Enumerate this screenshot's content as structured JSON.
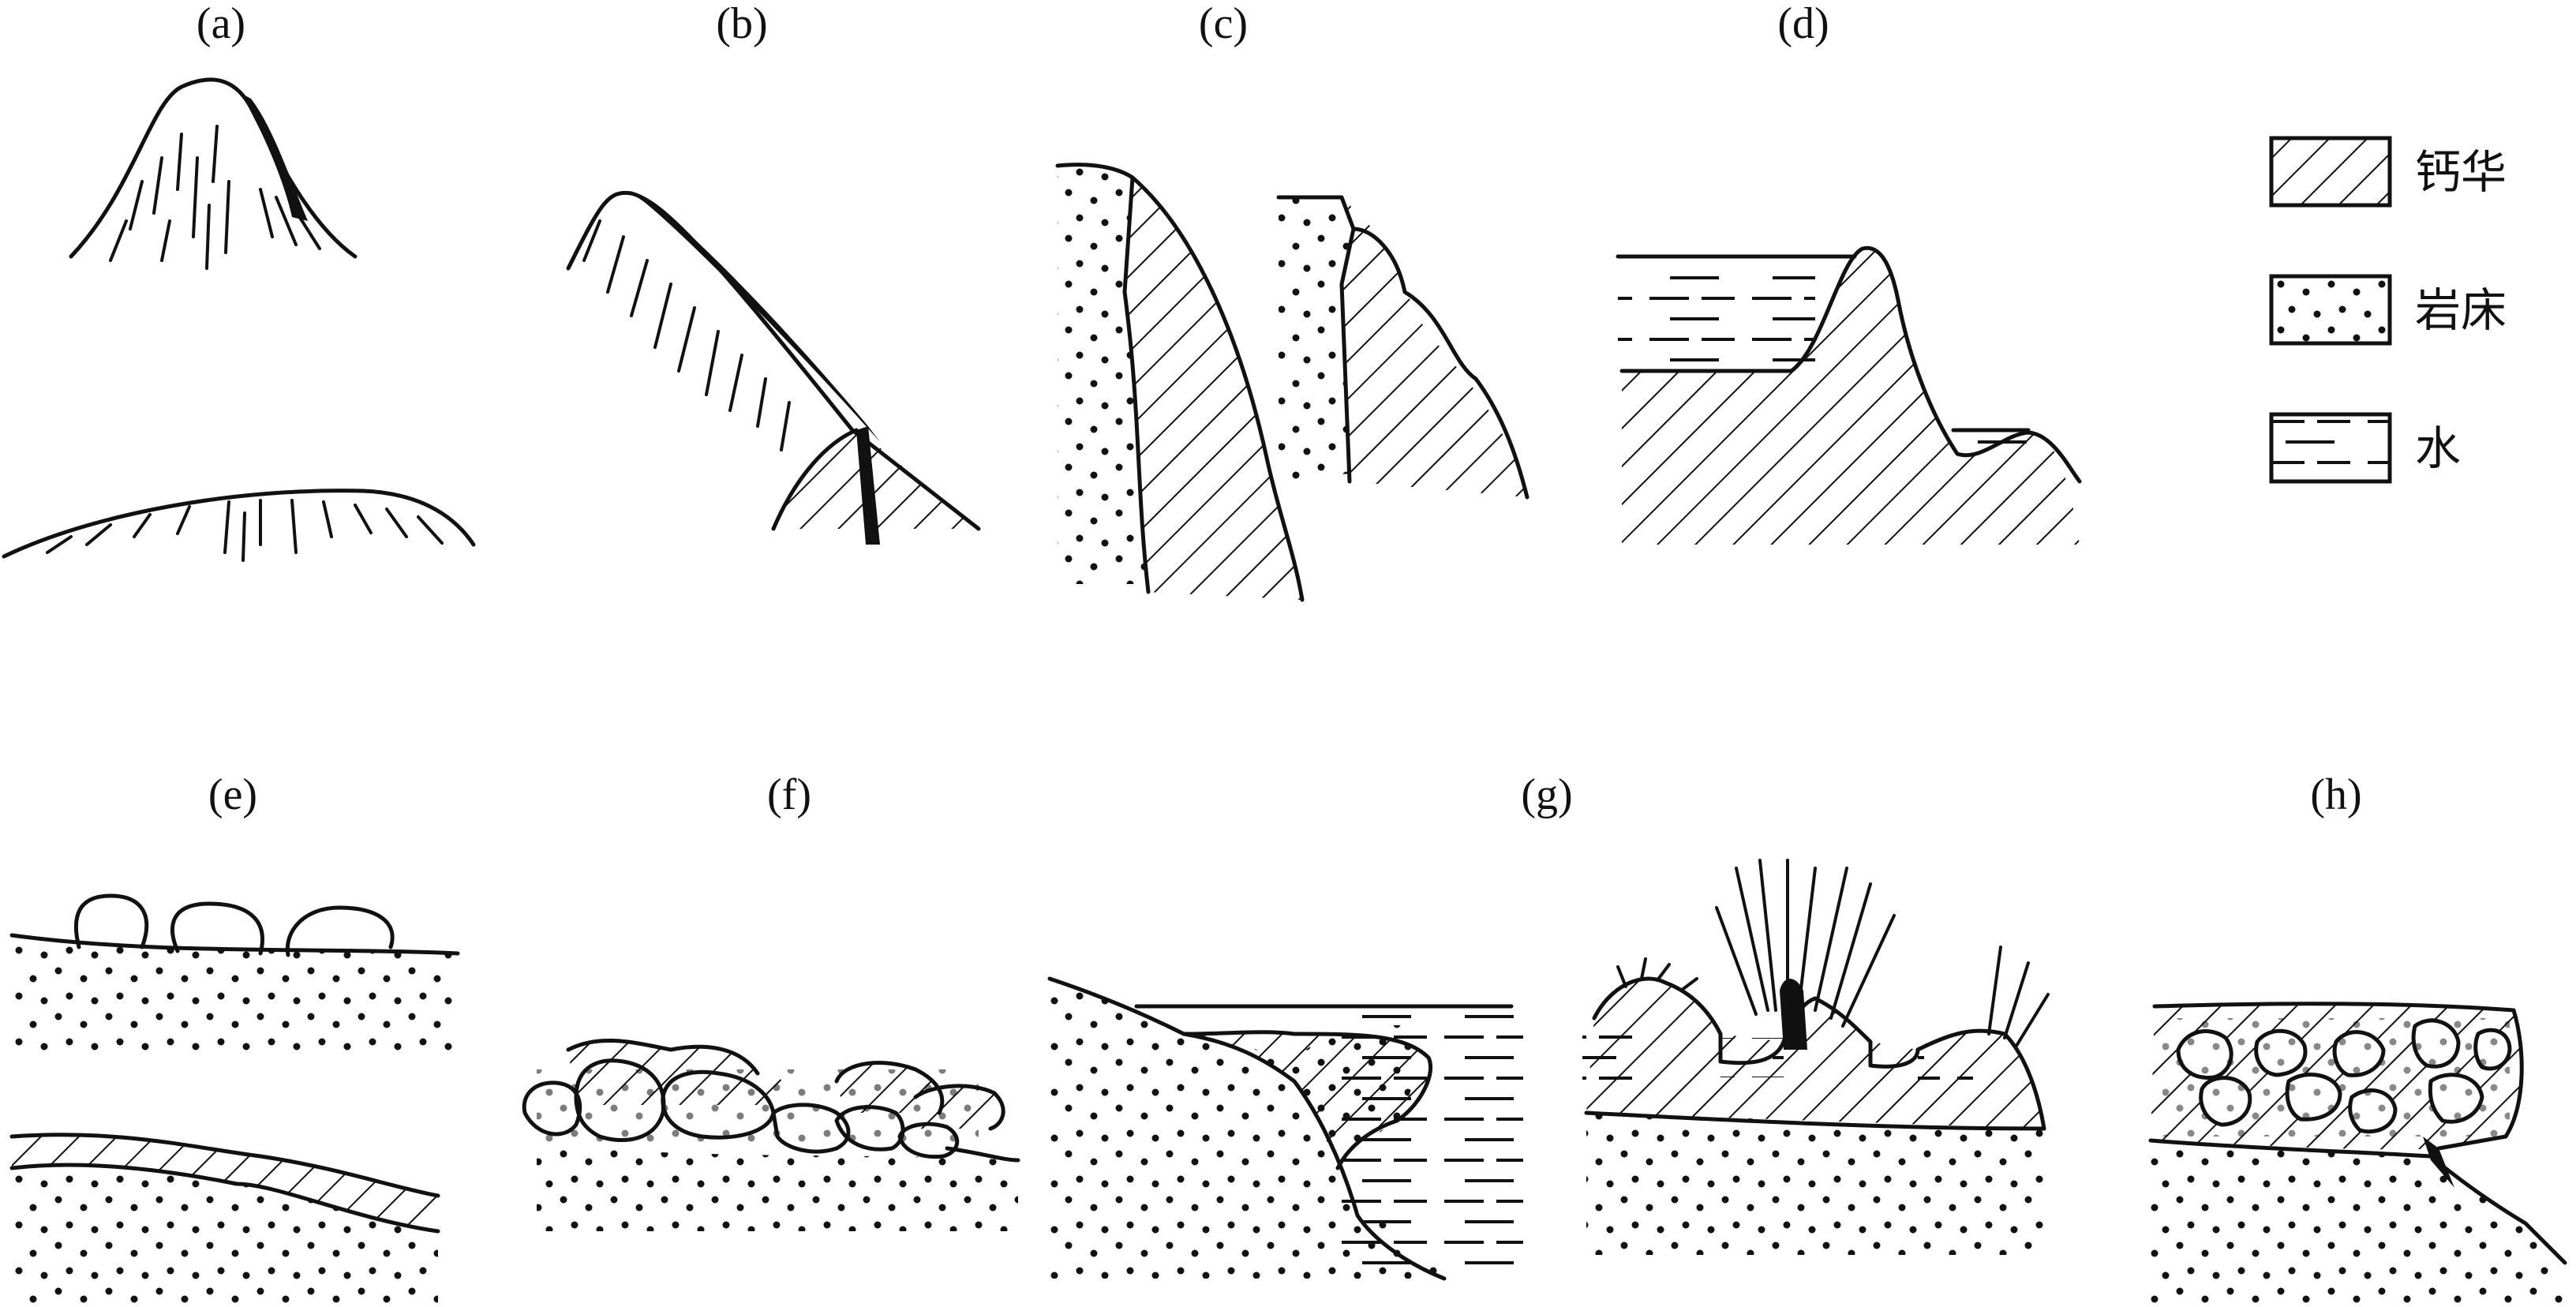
{
  "panels": [
    {
      "id": "a",
      "label": "(a)"
    },
    {
      "id": "b",
      "label": "(b)"
    },
    {
      "id": "c",
      "label": "(c)"
    },
    {
      "id": "d",
      "label": "(d)"
    },
    {
      "id": "e",
      "label": "(e)"
    },
    {
      "id": "f",
      "label": "(f)"
    },
    {
      "id": "g",
      "label": "(g)"
    },
    {
      "id": "h",
      "label": "(h)"
    }
  ],
  "legend": {
    "travertine": "钙华",
    "bedrock": "岩床",
    "water": "水"
  },
  "colors": {
    "ink": "#111111",
    "background": "#ffffff"
  }
}
